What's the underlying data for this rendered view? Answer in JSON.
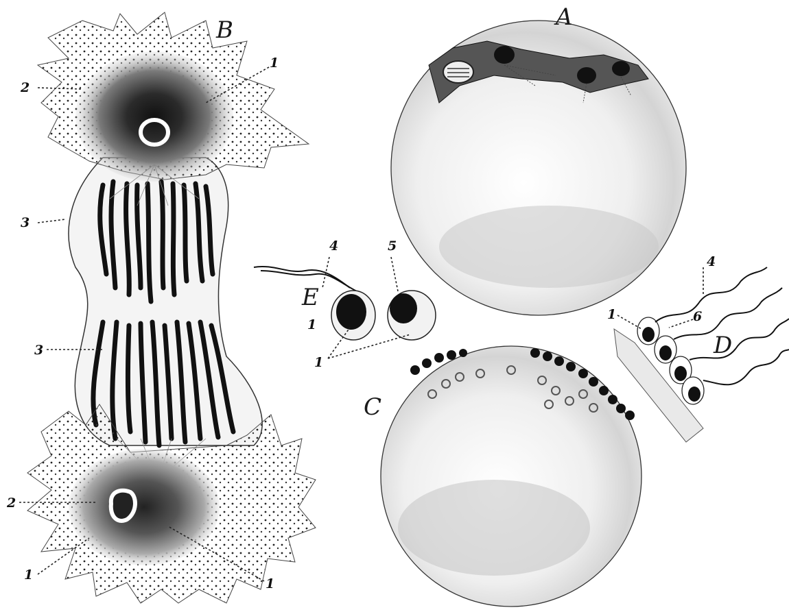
{
  "panels": {
    "A": {
      "letter": "A"
    },
    "B": {
      "letter": "B",
      "labels": [
        "2",
        "1",
        "3",
        "3",
        "2",
        "1",
        "1"
      ]
    },
    "C": {
      "letter": "C"
    },
    "D": {
      "letter": "D",
      "labels": [
        "4",
        "1",
        "6"
      ]
    },
    "E": {
      "letter": "E",
      "labels": [
        "4",
        "5",
        "1",
        "1"
      ]
    }
  },
  "colors": {
    "ink": "#111111",
    "paper": "#ffffff",
    "shade": "#d8d8d8"
  }
}
